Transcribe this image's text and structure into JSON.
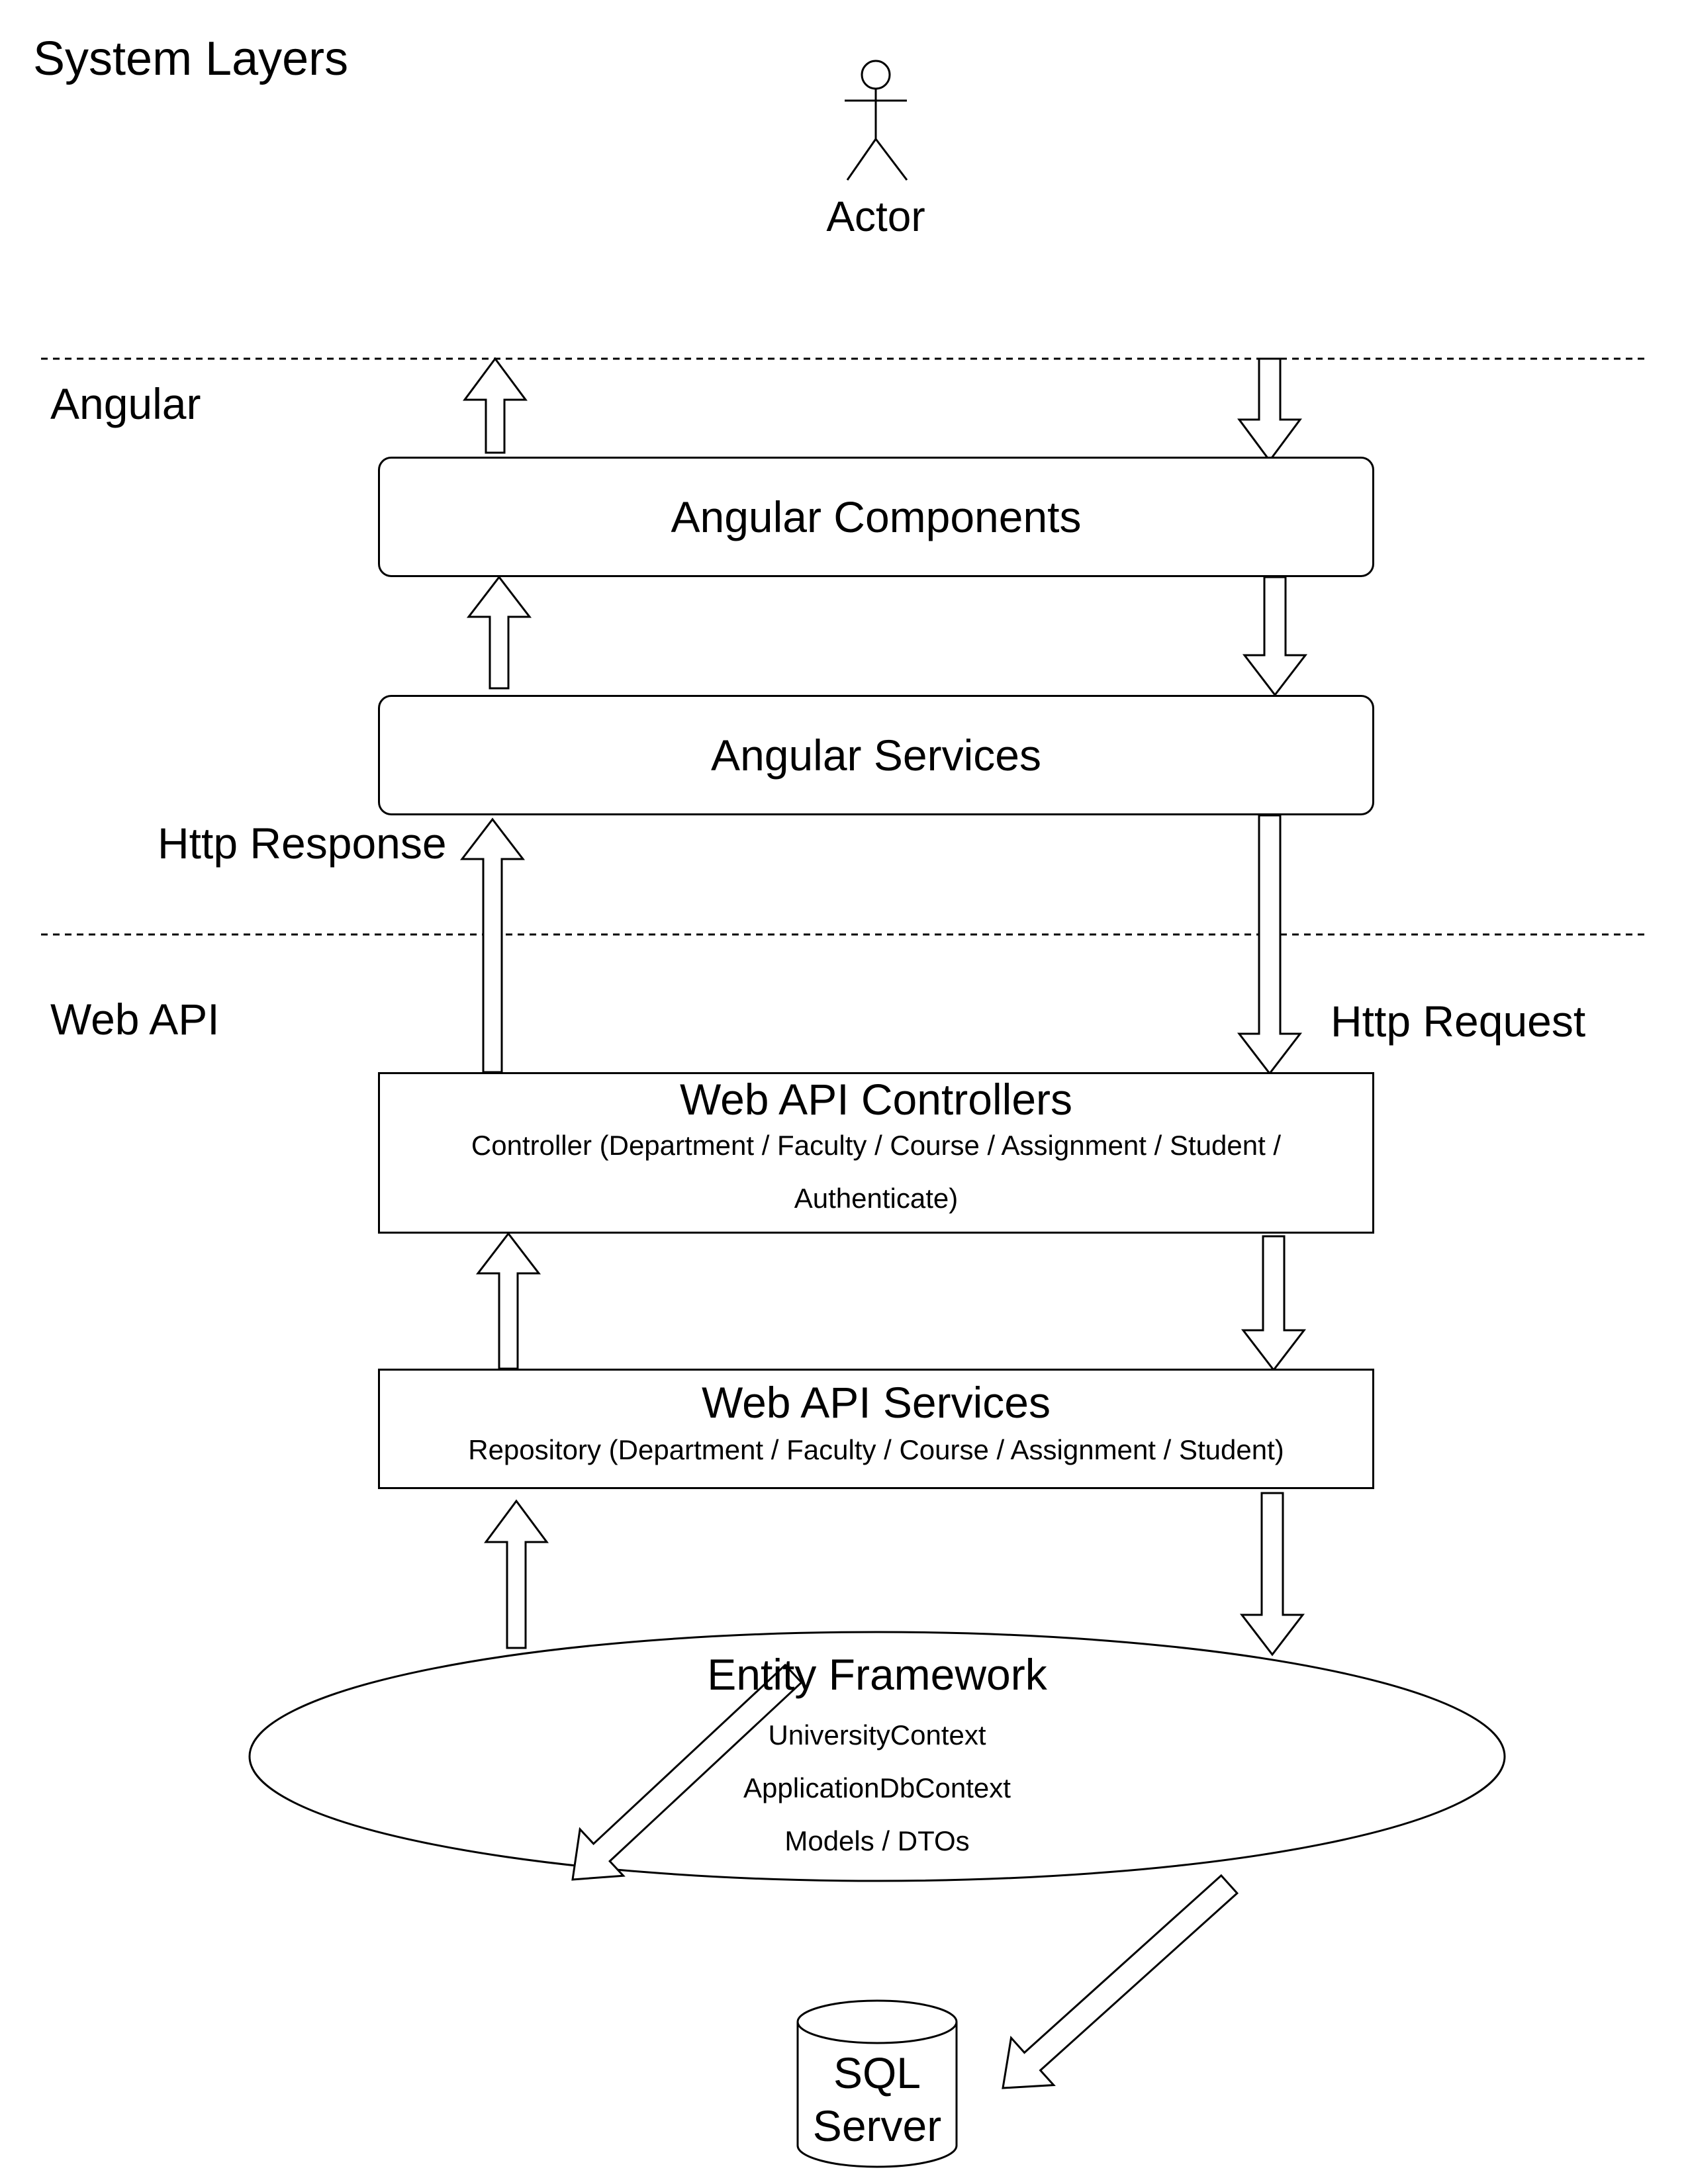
{
  "title": "System Layers",
  "actor": {
    "label": "Actor"
  },
  "layers": [
    {
      "id": "angular",
      "label": "Angular"
    },
    {
      "id": "web-api",
      "label": "Web API"
    }
  ],
  "flow_labels": {
    "response": "Http Response",
    "request": "Http Request"
  },
  "boxes": {
    "angular_components": {
      "title": "Angular Components"
    },
    "angular_services": {
      "title": "Angular Services"
    },
    "web_api_controllers": {
      "title": "Web API Controllers",
      "lines": [
        "Controller (Department / Faculty / Course / Assignment / Student /",
        "Authenticate)"
      ]
    },
    "web_api_services": {
      "title": "Web API Services",
      "lines": [
        "Repository (Department / Faculty / Course / Assignment / Student)"
      ]
    },
    "entity_framework": {
      "title": "Entity Framework",
      "lines": [
        "UniversityContext",
        "ApplicationDbContext",
        "Models / DTOs"
      ]
    },
    "sql_server": {
      "lines": [
        "SQL",
        "Server"
      ]
    }
  }
}
